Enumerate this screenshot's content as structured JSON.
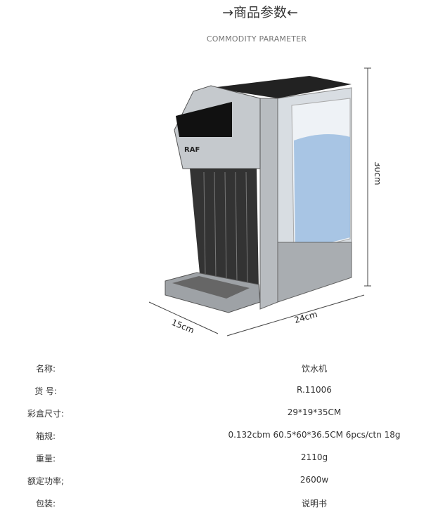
{
  "header": {
    "title": "→商品参数←",
    "subtitle": "COMMODITY  PARAMETER"
  },
  "product": {
    "brand_logo": "RAF",
    "dimensions": {
      "height": "30cm",
      "width": "24cm",
      "depth": "15cm"
    }
  },
  "params": [
    {
      "label": "名称:",
      "value": "饮水机"
    },
    {
      "label": "货 号:",
      "value": "R.11006"
    },
    {
      "label": "彩盒尺寸:",
      "value": "29*19*35CM"
    },
    {
      "label": "箱规:",
      "value": "0.132cbm 60.5*60*36.5CM 6pcs/ctn 18g"
    },
    {
      "label": "重量:",
      "value": "2110g"
    },
    {
      "label": "额定功率;",
      "value": "2600w"
    },
    {
      "label": "包装:",
      "value": "说明书"
    }
  ]
}
